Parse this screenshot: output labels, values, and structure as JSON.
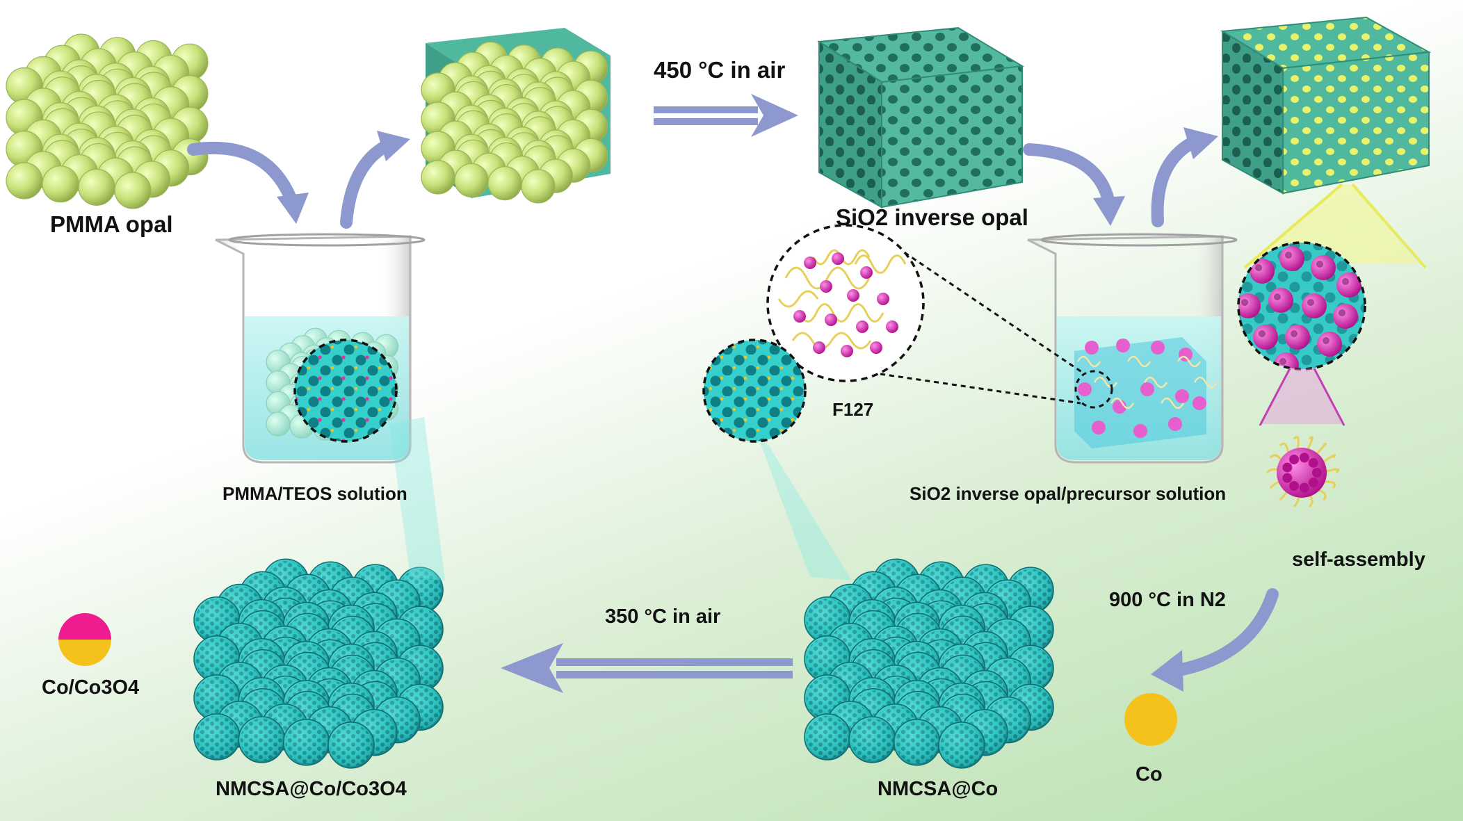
{
  "labels": {
    "pmma_opal": "PMMA opal",
    "pmma_teos_solution": "PMMA/TEOS solution",
    "step1_condition": "450 °C in air",
    "sio2_inverse_opal": "SiO2 inverse opal",
    "f127": "F127",
    "sio2_precursor_solution": "SiO2 inverse opal/precursor solution",
    "self_assembly": "self-assembly",
    "step_n2_condition": "900 °C in N2",
    "co": "Co",
    "nmcsa_co": "NMCSA@Co",
    "step_air_condition": "350 °C in air",
    "co_co3o4": "Co/Co3O4",
    "nmcsa_co_co3o4": "NMCSA@Co/Co3O4"
  },
  "colors": {
    "pmma_sphere": "#c7e27a",
    "silica_teal": "#4fb89f",
    "carbon_cyan": "#2fc3c0",
    "arrow": "#8d98cf",
    "magenta": "#d21ca8",
    "cobalt": "#f5c21b",
    "solution": "#a6ecec",
    "f127_chain": "#e6cf5a"
  }
}
